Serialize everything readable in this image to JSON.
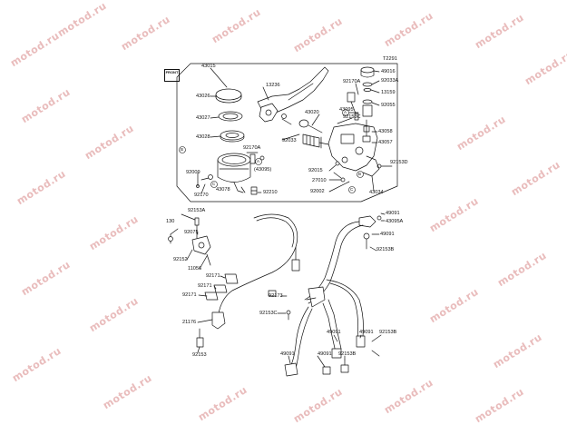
{
  "diagram": {
    "ref_code": "T2291",
    "front_marker": "FRONT",
    "watermark": "motod.ru",
    "accent_color": "#111111",
    "watermark_color": "#e9bcbc",
    "labels": {
      "p43015": "43015",
      "p43026": "43026",
      "p13236": "13236",
      "p43027": "43027",
      "p43028": "43028",
      "p92170a": "92170A",
      "p43095a": "(43095)",
      "p92009": "92009",
      "p92170": "92170",
      "p43078": "43078",
      "p92210": "92210",
      "p43020": "43020",
      "p92033": "92033",
      "p92170a_r": "92170A",
      "p43095_r": "43095",
      "p92153c_r": "92153C",
      "p49016": "49016",
      "p92033a": "92033A",
      "p13159": "13159",
      "p92055": "92055",
      "p43058": "43058",
      "p43057": "43057",
      "p92015": "92015",
      "p27010": "27010",
      "p92002": "92002",
      "p43034": "43034",
      "p92153d": "92153D",
      "p92153a": "92153A",
      "p130": "130",
      "p92075": "92075",
      "p92152": "92152",
      "p11056": "11056",
      "p92171a": "92171",
      "p92171b": "92171",
      "p92171c": "92171",
      "p21176": "21176",
      "p92153": "92153",
      "p92173": "92173",
      "p92153c_b": "92153C",
      "p49091_a": "49091",
      "p43095a_b": "43095A",
      "p49091_b": "49091",
      "p92153b_a": "92153B",
      "p49091_c": "49091",
      "p49091_d": "49091",
      "p92153b_b": "92153B",
      "p49091_e": "49091",
      "p49091_f": "49091",
      "p92153b_c": "92153B"
    },
    "circle_markers": {
      "a1": "A",
      "a2": "A",
      "b1": "B",
      "b2": "B",
      "c1": "C",
      "c2": "C"
    }
  }
}
